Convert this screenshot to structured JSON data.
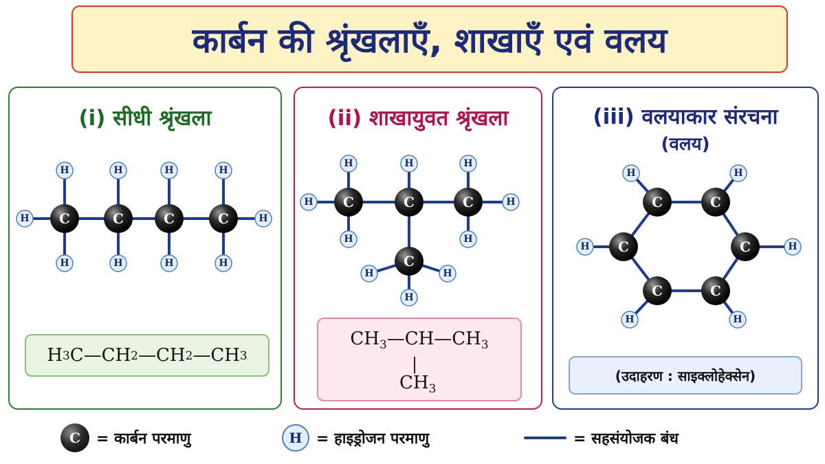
{
  "title": "कार्बन की श्रृंखलाएँ, शाखाएँ एवं वलय",
  "panels": {
    "straight": {
      "title": "(i) सीधी श्रृंखला",
      "formula": {
        "a": "H",
        "a_sub": "3",
        "b": "C—CH",
        "b_sub": "2",
        "c": "—CH",
        "c_sub": "2",
        "d": "—CH",
        "d_sub": "3"
      }
    },
    "branched": {
      "title": "(ii) शाखायुवत श्रृंखला",
      "formula": {
        "line1_a": "CH",
        "line1_a_sub": "3",
        "line1_b": "—CH—CH",
        "line1_b_sub": "3",
        "bar": "|",
        "line2": "CH",
        "line2_sub": "3"
      }
    },
    "ring": {
      "title": "(iii) वलयाकार संरचना",
      "subtitle": "(वलय)",
      "example": "(उदाहरण : साइक्लोहेक्सेन)"
    }
  },
  "atoms": {
    "carbon_symbol": "C",
    "hydrogen_symbol": "H"
  },
  "legend": {
    "carbon": "= कार्बन परमाणु",
    "hydrogen": "= हाइड्रोजन परमाणु",
    "bond": "= सहसंयोजक बंध"
  },
  "colors": {
    "title": "#1d2a7a",
    "straight_accent": "#2e7d32",
    "branched_accent": "#c2185b",
    "ring_accent": "#1f3d8c",
    "bond": "#1d3b8f",
    "hydrogen_fill": "#e3f0fc"
  }
}
